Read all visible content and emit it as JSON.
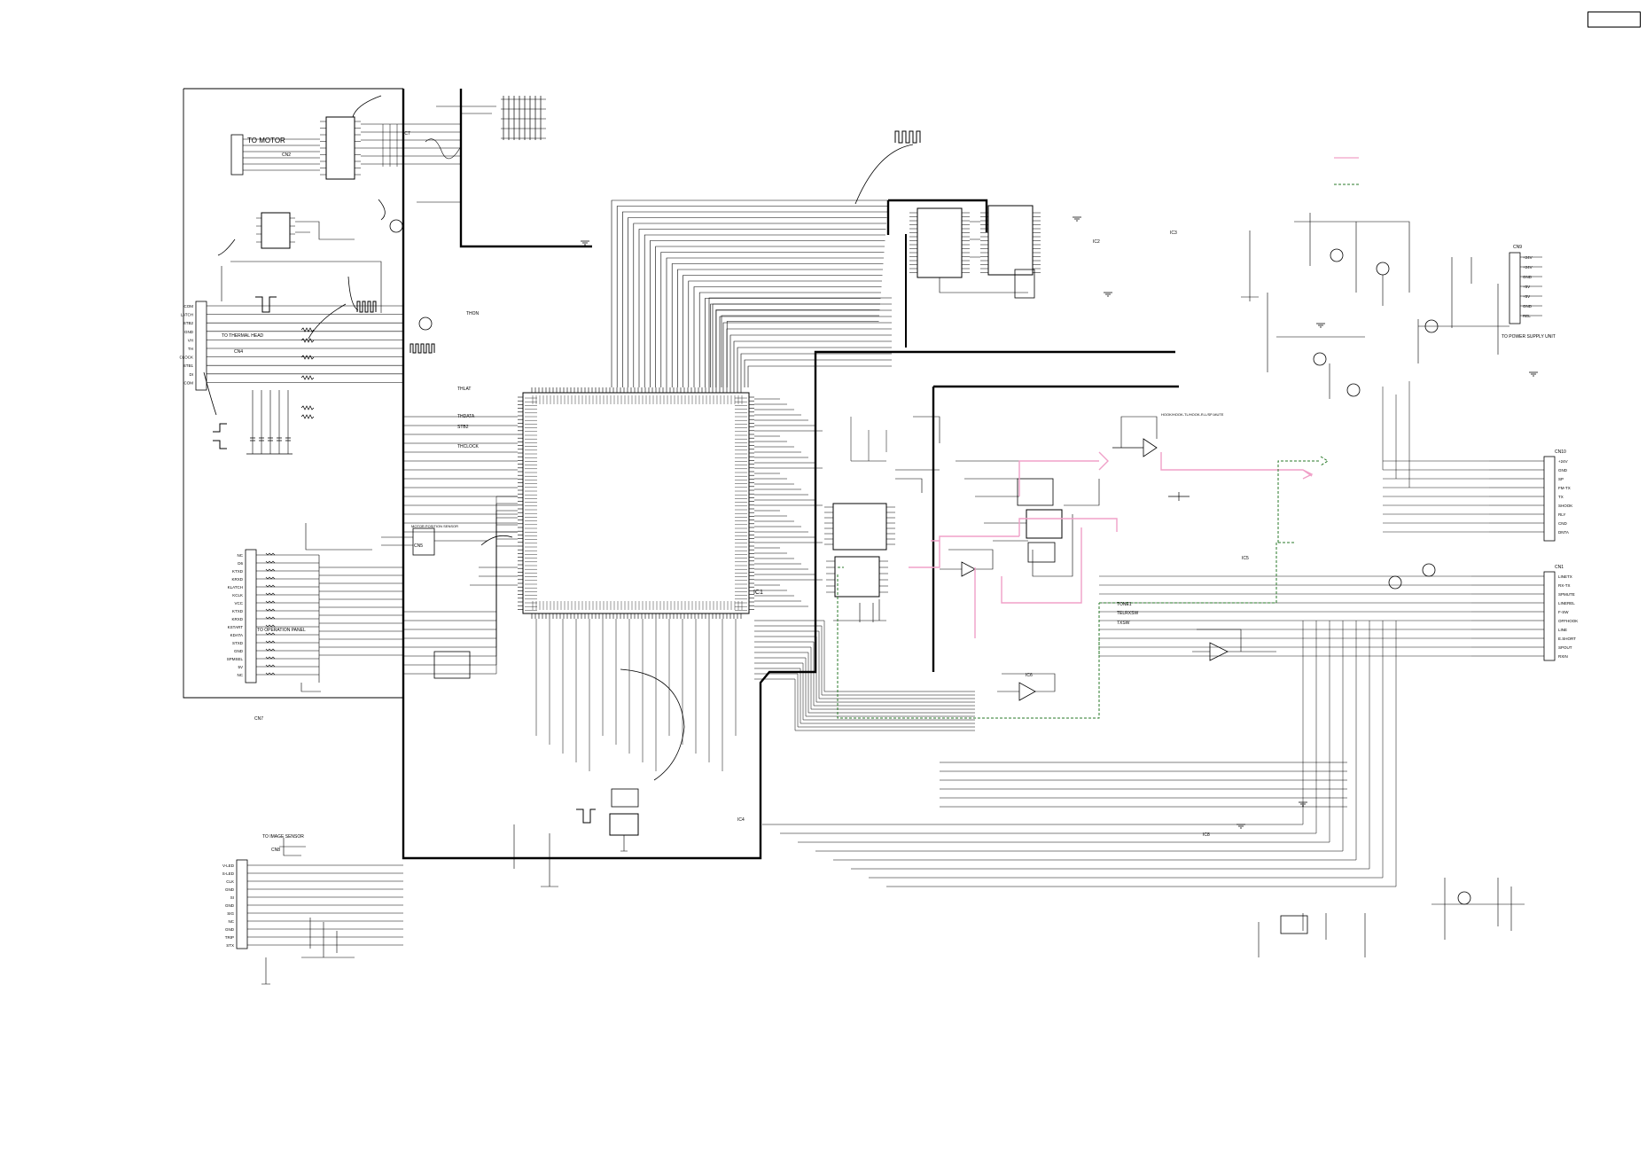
{
  "labels": {
    "to_motor": "TO MOTOR",
    "to_thermal_head": "TO THERMAL HEAD",
    "to_operation_panel": "TO OPERATION PANEL",
    "to_image_sensor": "TO IMAGE SENSOR",
    "to_power_supply": "TO POWER SUPPLY UNIT",
    "motor_position_sensor": "MOTOR POSITION SENSOR",
    "hook_line": "HOOK/HOOK-TL/HOOK-R-L/SP-MUTE"
  },
  "ics": {
    "ic1": "IC1",
    "ic2": "IC2",
    "ic3": "IC3",
    "ic4": "IC4",
    "ic5": "IC5",
    "ic6": "IC6",
    "ic7": "IC7",
    "ic8": "IC8"
  },
  "connectors": {
    "cn2": "CN2",
    "cn4": "CN4",
    "cn5": "CN5",
    "cn7": "CN7",
    "cn8": "CN8",
    "cn9": "CN9",
    "cn10": "CN10",
    "cn1": "CN1"
  },
  "signals": {
    "thon": "THON",
    "thlat": "THLAT",
    "thdata": "THDATA",
    "stb2": "STB2",
    "thclock": "THCLOCK",
    "tonein": "TONE1",
    "telrxsw": "TELRXSW",
    "txsw": "TXSW"
  },
  "cn4_pins": [
    "COM",
    "LATCH",
    "STB2",
    "GND",
    "VH",
    "TH",
    "CLOCK",
    "STB1",
    "DI",
    "COM"
  ],
  "cn7_pins": [
    "NC",
    "D6",
    "KTXD",
    "KRXD",
    "KLATCH",
    "KCLK",
    "VCC",
    "KTXD",
    "KRXD",
    "KSTART",
    "KDATA",
    "STXD",
    "GND",
    "SPMSEL",
    "5V",
    "NC"
  ],
  "cn8_pins": [
    "V-LED",
    "S-LED",
    "CLK",
    "GND",
    "SI",
    "GND",
    "SIG",
    "NC",
    "GND",
    "TRIP",
    "STX"
  ],
  "cn9_pins": [
    "+24V",
    "+24V",
    "GND",
    "+5V",
    "+5V",
    "GND",
    "REL"
  ],
  "cn10_pins": [
    "+24V",
    "GND",
    "SP",
    "FM-TX",
    "TX",
    "SHOOK",
    "RLY",
    "CND",
    "DNTA"
  ],
  "cn1_pins": [
    "LINETX",
    "RX-TX",
    "SPMUTE",
    "LINEREL",
    "F-SW",
    "OFFHOOK",
    "LINE",
    "E.SHORT",
    "SPOUT",
    "RXIN"
  ],
  "colors": {
    "wire": "#000000",
    "bus": "#000000",
    "pink_path": "#f0a0c8",
    "green_path": "#2a7a2a"
  }
}
